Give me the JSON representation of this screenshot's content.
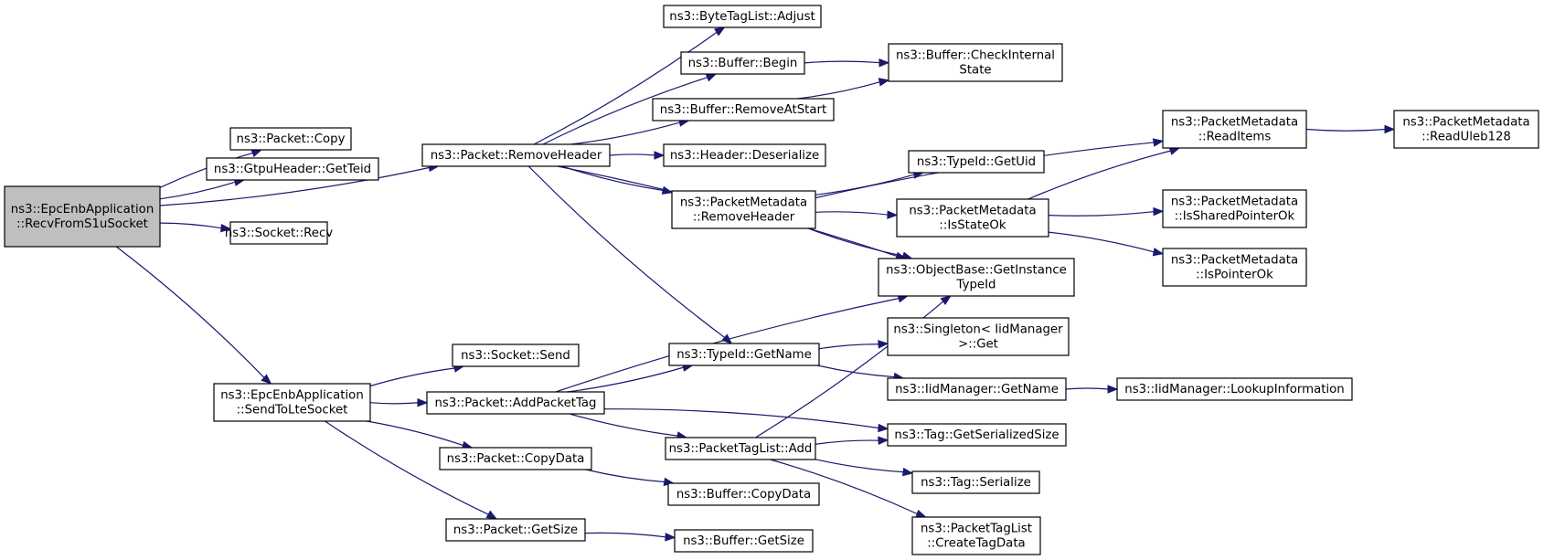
{
  "diagram": {
    "type": "call-graph",
    "colors": {
      "edge": "#191970",
      "root_fill": "#bfbfbf",
      "node_fill": "#ffffff",
      "border": "#000000"
    },
    "nodes": [
      {
        "id": "recv",
        "lines": [
          "ns3::EpcEnbApplication",
          "::RecvFromS1uSocket"
        ],
        "root": true
      },
      {
        "id": "copy",
        "lines": [
          "ns3::Packet::Copy"
        ]
      },
      {
        "id": "getteid",
        "lines": [
          "ns3::GtpuHeader::GetTeid"
        ]
      },
      {
        "id": "socketrecv",
        "lines": [
          "ns3::Socket::Recv"
        ]
      },
      {
        "id": "removeheader",
        "lines": [
          "ns3::Packet::RemoveHeader"
        ]
      },
      {
        "id": "sendtolte",
        "lines": [
          "ns3::EpcEnbApplication",
          "::SendToLteSocket"
        ]
      },
      {
        "id": "adjust",
        "lines": [
          "ns3::ByteTagList::Adjust"
        ]
      },
      {
        "id": "begin",
        "lines": [
          "ns3::Buffer::Begin"
        ]
      },
      {
        "id": "removeatstart",
        "lines": [
          "ns3::Buffer::RemoveAtStart"
        ]
      },
      {
        "id": "deserialize",
        "lines": [
          "ns3::Header::Deserialize"
        ]
      },
      {
        "id": "pm_removeheader",
        "lines": [
          "ns3::PacketMetadata",
          "::RemoveHeader"
        ]
      },
      {
        "id": "checkinternal",
        "lines": [
          "ns3::Buffer::CheckInternal",
          "State"
        ]
      },
      {
        "id": "getuid",
        "lines": [
          "ns3::TypeId::GetUid"
        ]
      },
      {
        "id": "isstateok",
        "lines": [
          "ns3::PacketMetadata",
          "::IsStateOk"
        ]
      },
      {
        "id": "getinstancetypeid",
        "lines": [
          "ns3::ObjectBase::GetInstance",
          "TypeId"
        ]
      },
      {
        "id": "readitems",
        "lines": [
          "ns3::PacketMetadata",
          "::ReadItems"
        ]
      },
      {
        "id": "issharedptr",
        "lines": [
          "ns3::PacketMetadata",
          "::IsSharedPointerOk"
        ]
      },
      {
        "id": "ispointerok",
        "lines": [
          "ns3::PacketMetadata",
          "::IsPointerOk"
        ]
      },
      {
        "id": "readuleb",
        "lines": [
          "ns3::PacketMetadata",
          "::ReadUleb128"
        ]
      },
      {
        "id": "socketsend",
        "lines": [
          "ns3::Socket::Send"
        ]
      },
      {
        "id": "addpackettag",
        "lines": [
          "ns3::Packet::AddPacketTag"
        ]
      },
      {
        "id": "copydata",
        "lines": [
          "ns3::Packet::CopyData"
        ]
      },
      {
        "id": "getsize",
        "lines": [
          "ns3::Packet::GetSize"
        ]
      },
      {
        "id": "typeid_getname",
        "lines": [
          "ns3::TypeId::GetName"
        ]
      },
      {
        "id": "ptl_add",
        "lines": [
          "ns3::PacketTagList::Add"
        ]
      },
      {
        "id": "buf_copydata",
        "lines": [
          "ns3::Buffer::CopyData"
        ]
      },
      {
        "id": "buf_getsize",
        "lines": [
          "ns3::Buffer::GetSize"
        ]
      },
      {
        "id": "singleton_get",
        "lines": [
          "ns3::Singleton< IidManager",
          ">::Get"
        ]
      },
      {
        "id": "iid_getname",
        "lines": [
          "ns3::IidManager::GetName"
        ]
      },
      {
        "id": "lookupinfo",
        "lines": [
          "ns3::IidManager::LookupInformation"
        ]
      },
      {
        "id": "tag_getsersize",
        "lines": [
          "ns3::Tag::GetSerializedSize"
        ]
      },
      {
        "id": "tag_serialize",
        "lines": [
          "ns3::Tag::Serialize"
        ]
      },
      {
        "id": "createtagdata",
        "lines": [
          "ns3::PacketTagList",
          "::CreateTagData"
        ]
      }
    ],
    "edges": [
      {
        "from": "recv",
        "to": "copy"
      },
      {
        "from": "recv",
        "to": "getteid"
      },
      {
        "from": "recv",
        "to": "socketrecv"
      },
      {
        "from": "recv",
        "to": "removeheader"
      },
      {
        "from": "recv",
        "to": "sendtolte"
      },
      {
        "from": "removeheader",
        "to": "adjust"
      },
      {
        "from": "removeheader",
        "to": "begin"
      },
      {
        "from": "removeheader",
        "to": "removeatstart"
      },
      {
        "from": "removeheader",
        "to": "deserialize"
      },
      {
        "from": "removeheader",
        "to": "pm_removeheader"
      },
      {
        "from": "removeheader",
        "to": "getinstancetypeid"
      },
      {
        "from": "removeheader",
        "to": "typeid_getname"
      },
      {
        "from": "begin",
        "to": "checkinternal"
      },
      {
        "from": "removeatstart",
        "to": "checkinternal"
      },
      {
        "from": "pm_removeheader",
        "to": "readitems"
      },
      {
        "from": "pm_removeheader",
        "to": "getuid"
      },
      {
        "from": "pm_removeheader",
        "to": "isstateok"
      },
      {
        "from": "pm_removeheader",
        "to": "getinstancetypeid"
      },
      {
        "from": "isstateok",
        "to": "readitems"
      },
      {
        "from": "isstateok",
        "to": "issharedptr"
      },
      {
        "from": "isstateok",
        "to": "ispointerok"
      },
      {
        "from": "readitems",
        "to": "readuleb"
      },
      {
        "from": "sendtolte",
        "to": "socketsend"
      },
      {
        "from": "sendtolte",
        "to": "addpackettag"
      },
      {
        "from": "sendtolte",
        "to": "copydata"
      },
      {
        "from": "sendtolte",
        "to": "getsize"
      },
      {
        "from": "addpackettag",
        "to": "getinstancetypeid"
      },
      {
        "from": "addpackettag",
        "to": "typeid_getname"
      },
      {
        "from": "addpackettag",
        "to": "tag_getsersize"
      },
      {
        "from": "addpackettag",
        "to": "ptl_add"
      },
      {
        "from": "typeid_getname",
        "to": "singleton_get"
      },
      {
        "from": "typeid_getname",
        "to": "iid_getname"
      },
      {
        "from": "iid_getname",
        "to": "lookupinfo"
      },
      {
        "from": "ptl_add",
        "to": "getinstancetypeid"
      },
      {
        "from": "ptl_add",
        "to": "tag_getsersize"
      },
      {
        "from": "ptl_add",
        "to": "tag_serialize"
      },
      {
        "from": "ptl_add",
        "to": "createtagdata"
      },
      {
        "from": "copydata",
        "to": "buf_copydata"
      },
      {
        "from": "getsize",
        "to": "buf_getsize"
      }
    ]
  }
}
